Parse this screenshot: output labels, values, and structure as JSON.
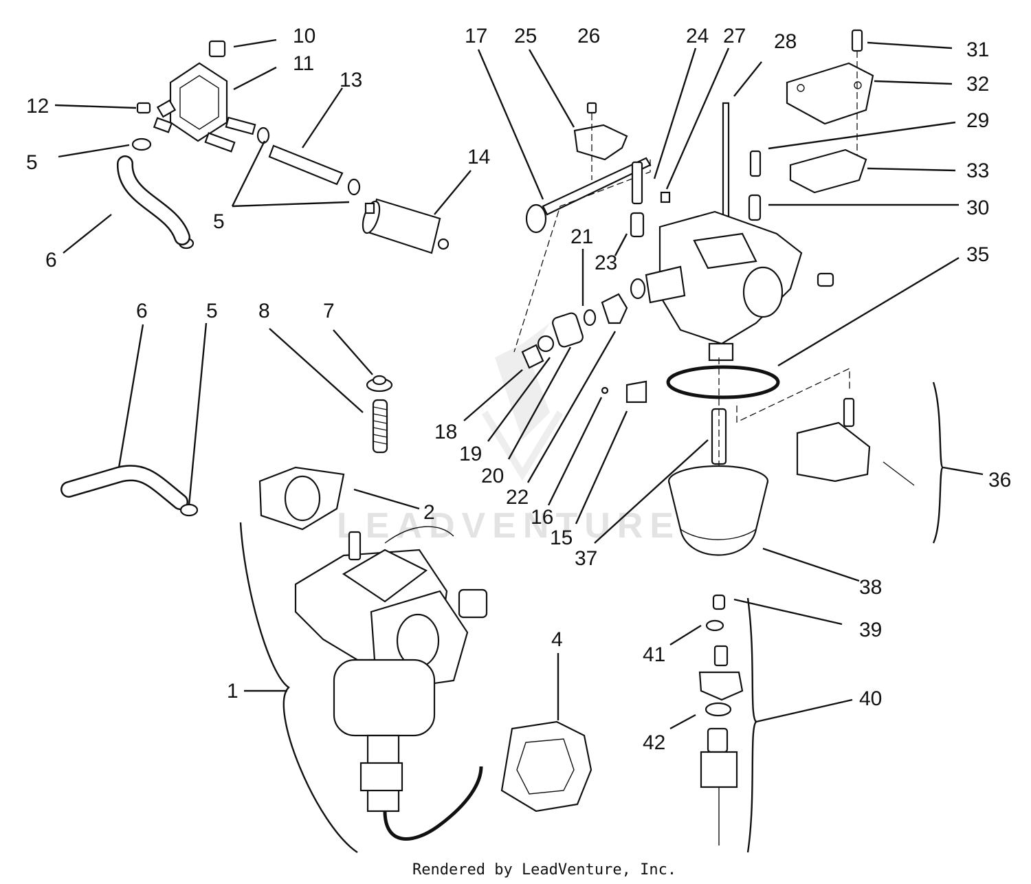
{
  "diagram": {
    "callouts": [
      "1",
      "2",
      "4",
      "5",
      "5",
      "5",
      "6",
      "6",
      "7",
      "8",
      "10",
      "11",
      "12",
      "13",
      "14",
      "15",
      "16",
      "17",
      "18",
      "19",
      "20",
      "21",
      "22",
      "23",
      "24",
      "25",
      "26",
      "27",
      "28",
      "29",
      "30",
      "31",
      "32",
      "33",
      "35",
      "36",
      "37",
      "38",
      "39",
      "40",
      "41",
      "42"
    ],
    "watermark": "LEADVENTURE",
    "footer": "Rendered by LeadVenture, Inc.",
    "colors": {
      "ink": "#111111",
      "watermark": "#e3e3e3",
      "background": "#ffffff"
    }
  }
}
